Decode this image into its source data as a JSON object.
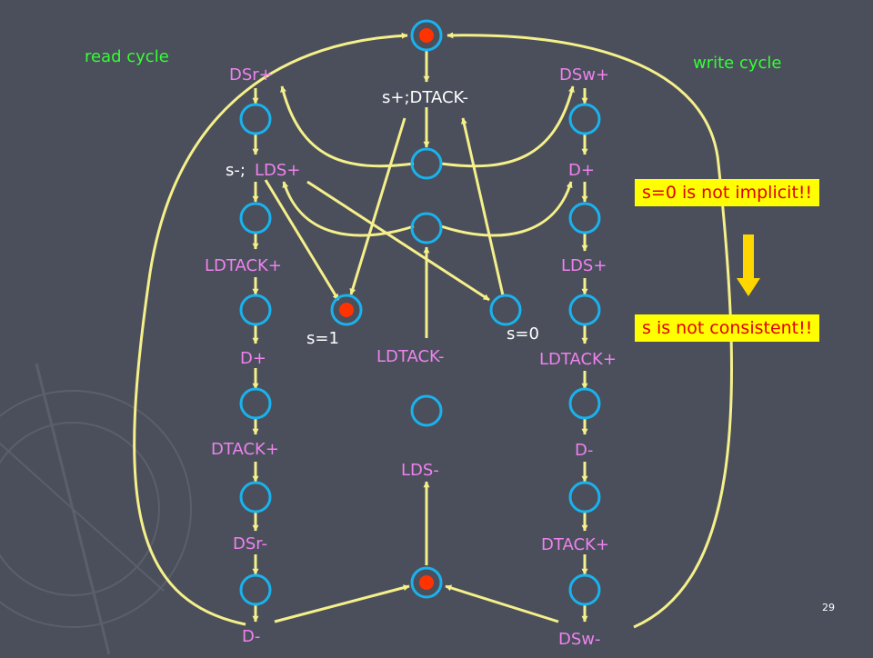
{
  "captions": {
    "read_cycle": "read cycle",
    "write_cycle": "write cycle"
  },
  "labels": {
    "dsr_plus": "DSr+",
    "s_plus_dtack_minus": "s+;DTACK-",
    "dsw_plus": "DSw+",
    "s_minus": "s-;",
    "lds_plus_read": "LDS+",
    "d_plus_write": "D+",
    "ldtack_plus_read": "LDTACK+",
    "lds_plus_write": "LDS+",
    "s_eq_1": "s=1",
    "s_eq_0": "s=0",
    "d_plus_read": "D+",
    "ldtack_minus": "LDTACK-",
    "ldtack_plus_write": "LDTACK+",
    "dtack_plus_read": "DTACK+",
    "d_minus_write": "D-",
    "lds_minus": "LDS-",
    "dsr_minus": "DSr-",
    "dtack_plus_write": "DTACK+",
    "d_minus_read": "D-",
    "dsw_minus": "DSw-"
  },
  "notes": {
    "not_implicit": "s=0 is not implicit!!",
    "not_consistent": "s is not consistent!!"
  },
  "page_number": "29",
  "colors": {
    "background": "#4a4f5b",
    "place_stroke": "#1ab2ee",
    "token": "#ff3300",
    "arc": "#f5f08a",
    "transition_label": "#ee82ee",
    "caption": "#33ff33",
    "note_bg": "#ffff00",
    "note_text": "#e00000",
    "down_arrow": "#ffd700"
  }
}
